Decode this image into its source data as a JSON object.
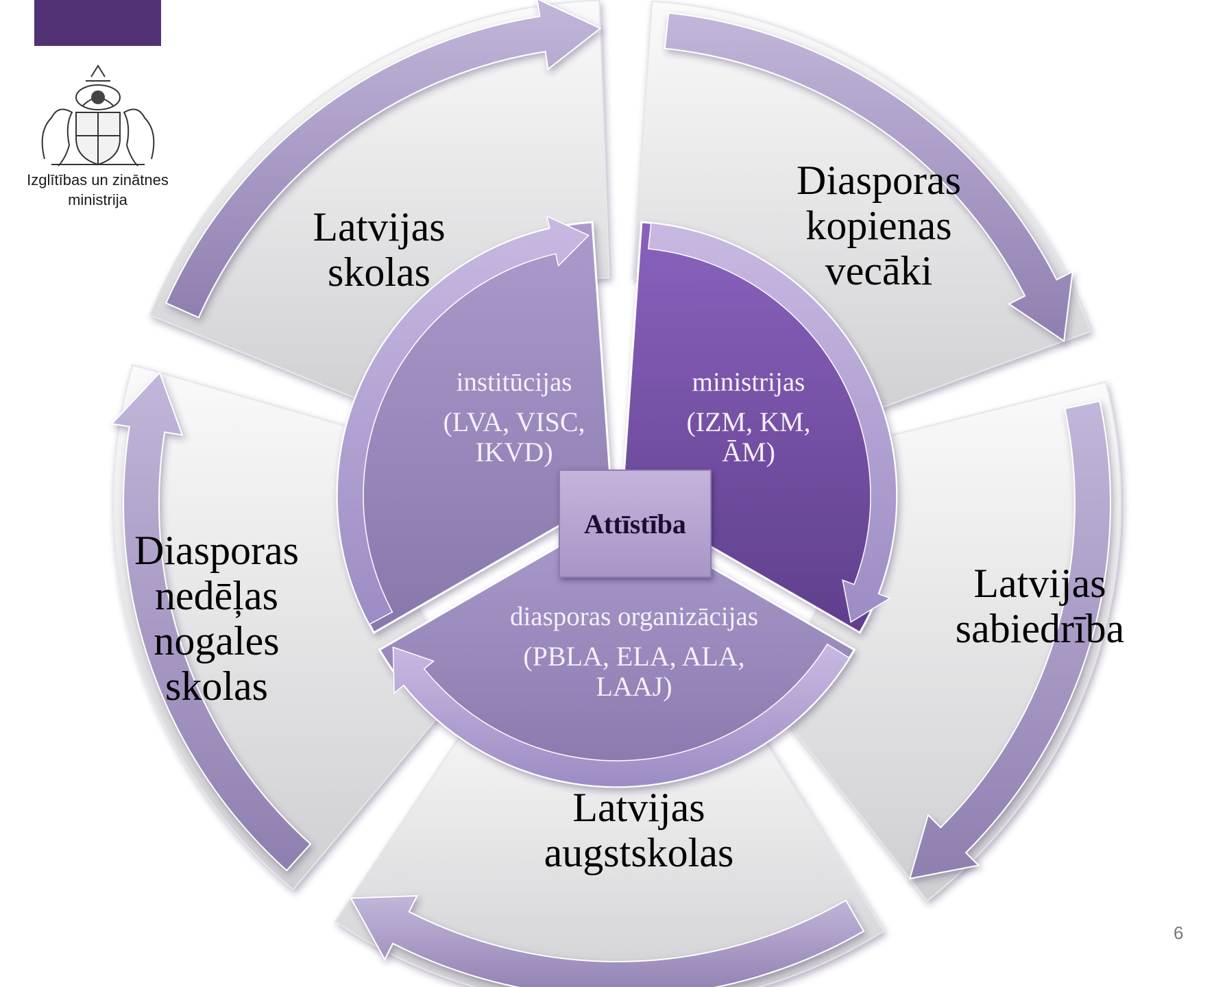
{
  "header": {
    "logo_caption": [
      "Izglītības un zinātnes",
      "ministrija"
    ]
  },
  "colors": {
    "brand": "#523174",
    "outer_arrow": "#a898c4",
    "inner_light": "#9c8cbf",
    "inner_dark": "#6e4aa0"
  },
  "outer_ring": [
    {
      "lines": [
        "Latvijas",
        "skolas"
      ]
    },
    {
      "lines": [
        "Diasporas",
        "kopienas",
        "vecāki"
      ]
    },
    {
      "lines": [
        "Latvijas",
        "sabiedrība"
      ]
    },
    {
      "lines": [
        "Latvijas",
        "augstskolas"
      ]
    },
    {
      "lines": [
        "Diasporas",
        "nedēļas",
        "nogales",
        "skolas"
      ]
    }
  ],
  "inner_ring": [
    {
      "name": "institūcijas",
      "detail": [
        "(LVA, VISC,",
        "IKVD)"
      ]
    },
    {
      "name": "ministrijas",
      "detail": [
        "(IZM, KM,",
        "ĀM)"
      ]
    },
    {
      "name": "diasporas organizācijas",
      "detail": [
        "(PBLA, ELA, ALA,",
        "LAAJ)"
      ]
    }
  ],
  "center": {
    "label": "Attīstība"
  },
  "page_number": "6"
}
